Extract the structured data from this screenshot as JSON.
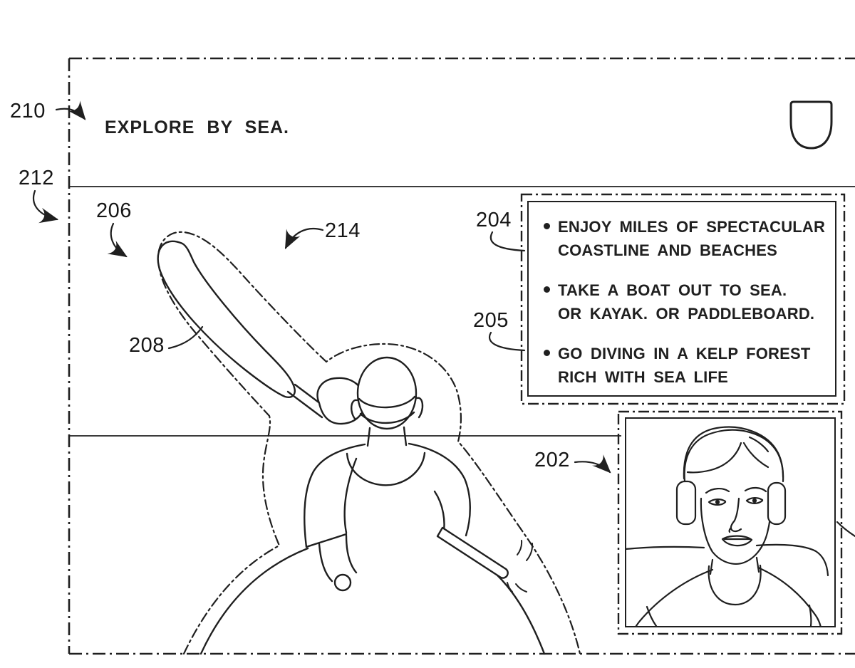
{
  "figure": {
    "type": "patent-style line drawing of a video/VR travel interface",
    "background_color": "#ffffff",
    "line_color": "#1f1f1f"
  },
  "header": {
    "title": "EXPLORE BY SEA.",
    "shield_icon": "shield-badge-icon"
  },
  "panel": {
    "bullets": [
      {
        "lines": [
          "ENJOY MILES OF SPECTACULAR",
          "COASTLINE AND BEACHES"
        ]
      },
      {
        "lines": [
          "TAKE A BOAT OUT TO SEA.",
          "OR KAYAK. OR PADDLEBOARD."
        ]
      },
      {
        "lines": [
          "GO DIVING IN A KELP FOREST",
          "RICH WITH SEA LIFE"
        ]
      }
    ]
  },
  "scene": {
    "main_illustration": "kayaker seen from behind holding a paddle, kayak bow over water horizon",
    "highlight_outline": "dash-dot selection outline around paddle and kayaker",
    "video_thumbnail": "person wearing headphones seated in chair"
  },
  "refs": {
    "r210": "210",
    "r212": "212",
    "r206": "206",
    "r214": "214",
    "r208": "208",
    "r204": "204",
    "r205": "205",
    "r202": "202"
  }
}
